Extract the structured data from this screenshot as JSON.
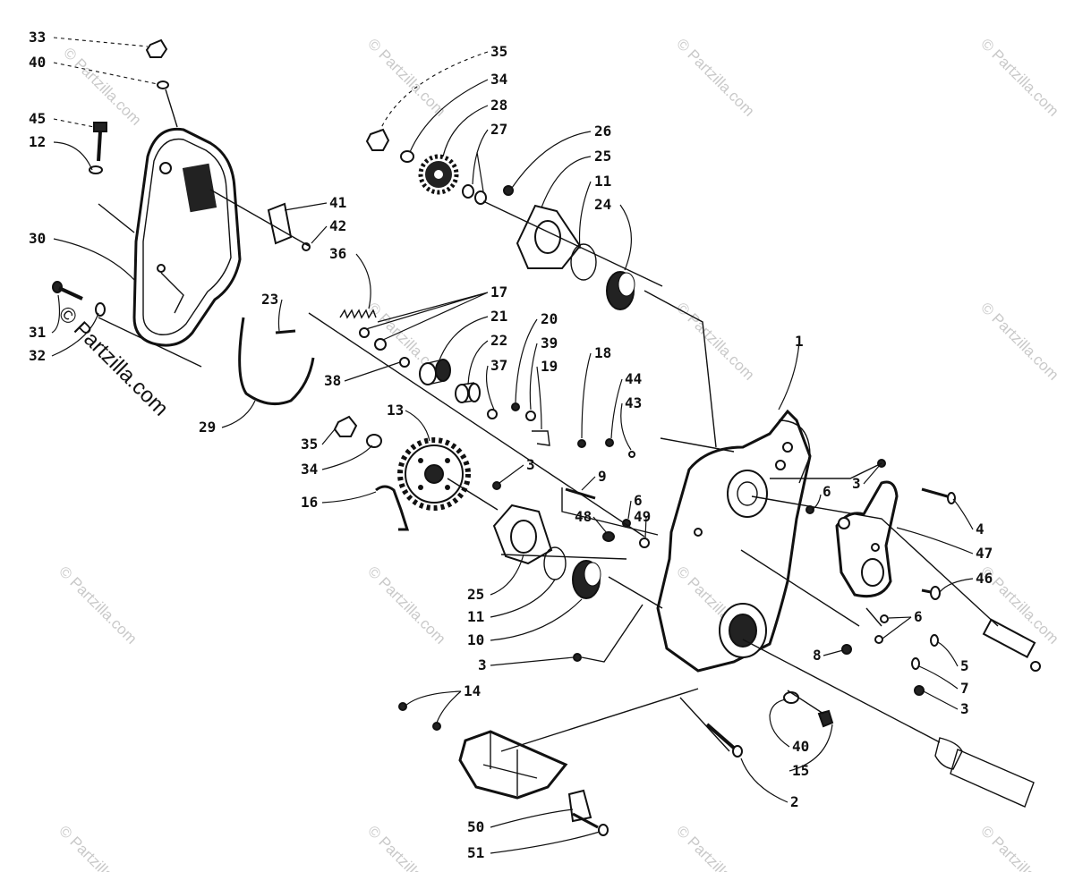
{
  "watermark": {
    "text": "© Partzilla.com",
    "corner_text": "© Partzilla.com"
  },
  "callouts": [
    {
      "id": "33",
      "text": "33"
    },
    {
      "id": "40",
      "text": "40"
    },
    {
      "id": "45",
      "text": "45"
    },
    {
      "id": "12",
      "text": "12"
    },
    {
      "id": "30",
      "text": "30"
    },
    {
      "id": "31",
      "text": "31"
    },
    {
      "id": "32",
      "text": "32"
    },
    {
      "id": "41",
      "text": "41"
    },
    {
      "id": "42",
      "text": "42"
    },
    {
      "id": "36",
      "text": "36"
    },
    {
      "id": "23",
      "text": "23"
    },
    {
      "id": "29",
      "text": "29"
    },
    {
      "id": "35",
      "text": "35"
    },
    {
      "id": "34",
      "text": "34"
    },
    {
      "id": "28",
      "text": "28"
    },
    {
      "id": "27",
      "text": "27"
    },
    {
      "id": "26",
      "text": "26"
    },
    {
      "id": "25",
      "text": "25"
    },
    {
      "id": "11",
      "text": "11"
    },
    {
      "id": "24",
      "text": "24"
    },
    {
      "id": "17",
      "text": "17"
    },
    {
      "id": "21",
      "text": "21"
    },
    {
      "id": "22",
      "text": "22"
    },
    {
      "id": "37",
      "text": "37"
    },
    {
      "id": "38",
      "text": "38"
    },
    {
      "id": "20",
      "text": "20"
    },
    {
      "id": "39",
      "text": "39"
    },
    {
      "id": "19",
      "text": "19"
    },
    {
      "id": "18",
      "text": "18"
    },
    {
      "id": "44",
      "text": "44"
    },
    {
      "id": "43",
      "text": "43"
    },
    {
      "id": "1",
      "text": "1"
    },
    {
      "id": "13",
      "text": "13"
    },
    {
      "id": "35b",
      "text": "35"
    },
    {
      "id": "34b",
      "text": "34"
    },
    {
      "id": "16",
      "text": "16"
    },
    {
      "id": "3a",
      "text": "3"
    },
    {
      "id": "9",
      "text": "9"
    },
    {
      "id": "6a",
      "text": "6"
    },
    {
      "id": "49",
      "text": "49"
    },
    {
      "id": "48",
      "text": "48"
    },
    {
      "id": "25b",
      "text": "25"
    },
    {
      "id": "11b",
      "text": "11"
    },
    {
      "id": "10",
      "text": "10"
    },
    {
      "id": "3b",
      "text": "3"
    },
    {
      "id": "14",
      "text": "14"
    },
    {
      "id": "6b",
      "text": "6"
    },
    {
      "id": "3c",
      "text": "3"
    },
    {
      "id": "4",
      "text": "4"
    },
    {
      "id": "47",
      "text": "47"
    },
    {
      "id": "46",
      "text": "46"
    },
    {
      "id": "6c",
      "text": "6"
    },
    {
      "id": "5",
      "text": "5"
    },
    {
      "id": "8",
      "text": "8"
    },
    {
      "id": "7",
      "text": "7"
    },
    {
      "id": "3d",
      "text": "3"
    },
    {
      "id": "40b",
      "text": "40"
    },
    {
      "id": "15",
      "text": "15"
    },
    {
      "id": "2",
      "text": "2"
    },
    {
      "id": "50",
      "text": "50"
    },
    {
      "id": "51",
      "text": "51"
    }
  ]
}
